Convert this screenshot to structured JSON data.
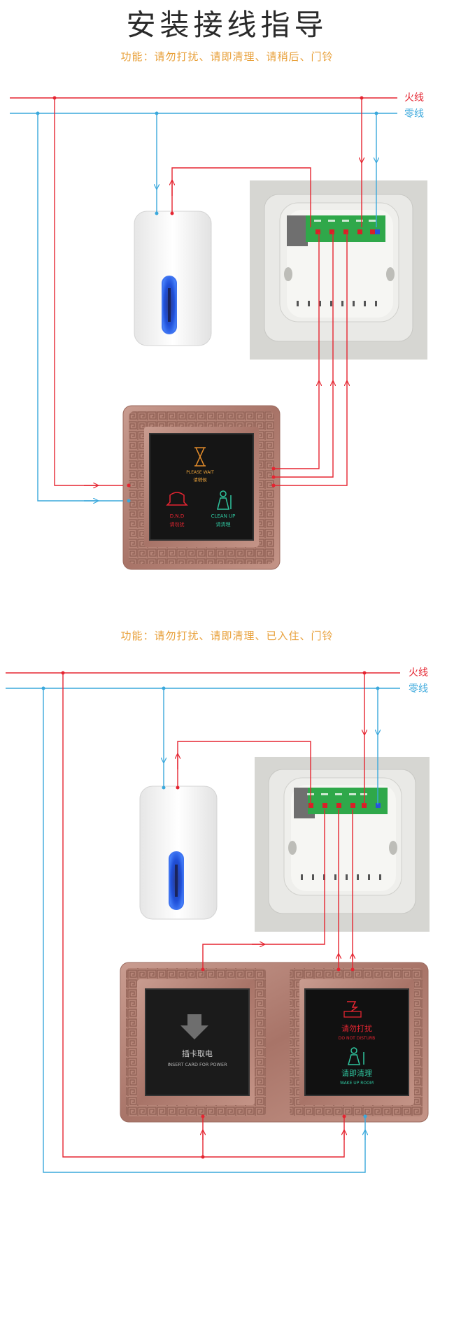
{
  "title": "安装接线指导",
  "colors": {
    "live": "#e52531",
    "neutral": "#3aa8dc",
    "func": "#e8a03a",
    "bronze": "#b98a7e",
    "terminal": "#2fa84a"
  },
  "section1": {
    "function_text": "功能：请勿打扰、请即清理、请稍后、门铃",
    "live_label": "火线",
    "neutral_label": "零线",
    "panel": {
      "top": {
        "line1": "PLEASE WAIT",
        "line2": "请稍候"
      },
      "left": {
        "line1": "D.N.D",
        "line2": "请勿扰"
      },
      "right": {
        "line1": "CLEAN UP",
        "line2": "请清理"
      }
    }
  },
  "section2": {
    "function_text": "功能：请勿打扰、请即清理、已入住、门铃",
    "live_label": "火线",
    "neutral_label": "零线",
    "card_panel": {
      "line1": "插卡取电",
      "line2": "INSERT CARD FOR POWER"
    },
    "status_panel": {
      "top": {
        "line1": "请勿打扰",
        "line2": "DO NOT DISTURB"
      },
      "bottom": {
        "line1": "请即清理",
        "line2": "WAKE UP ROOM"
      }
    }
  }
}
